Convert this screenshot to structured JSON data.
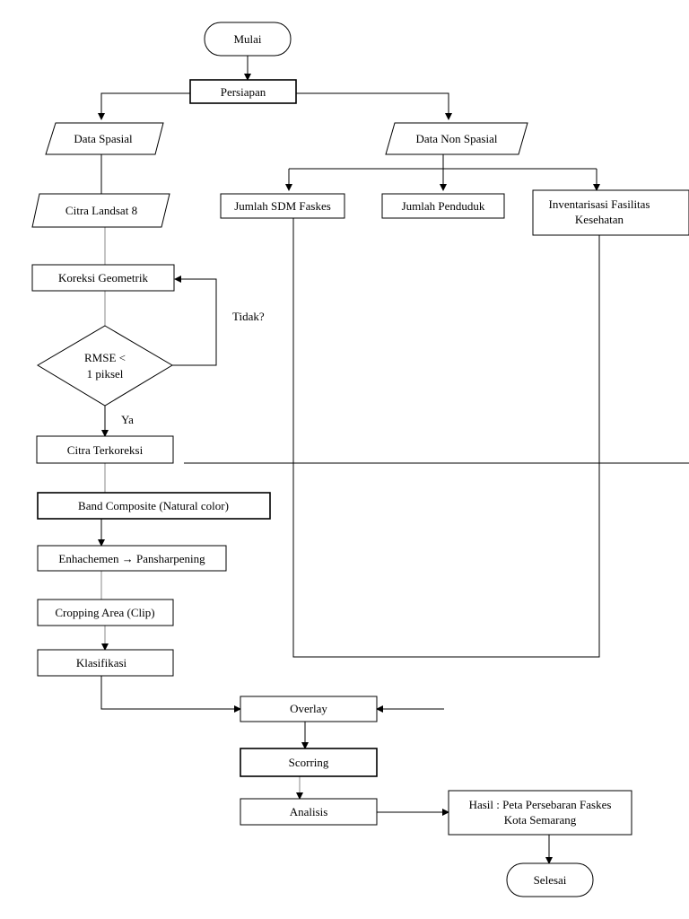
{
  "nodes": {
    "start": "Mulai",
    "persiapan": "Persiapan",
    "data_spasial": "Data Spasial",
    "data_non_spasial": "Data Non Spasial",
    "citra_landsat": "Citra Landsat 8",
    "jumlah_sdm": "Jumlah SDM Faskes",
    "jumlah_penduduk": "Jumlah Penduduk",
    "inventarisasi_line1": "Inventarisasi Fasilitas",
    "inventarisasi_line2": "Kesehatan",
    "koreksi": "Koreksi Geometrik",
    "rmse_line1": "RMSE <",
    "rmse_line2": "1 piksel",
    "citra_terkoreksi": "Citra Terkoreksi",
    "band_composite": "Band Composite (Natural color)",
    "enhancement": "Enhachemen → Pansharpening",
    "cropping": "Cropping Area (Clip)",
    "klasifikasi": "Klasifikasi",
    "overlay": "Overlay",
    "scorring": "Scorring",
    "analisis": "Analisis",
    "hasil_line1": "Hasil : Peta Persebaran Faskes",
    "hasil_line2": "Kota Semarang",
    "end": "Selesai"
  },
  "edge_labels": {
    "no": "Tidak?",
    "yes": "Ya"
  }
}
